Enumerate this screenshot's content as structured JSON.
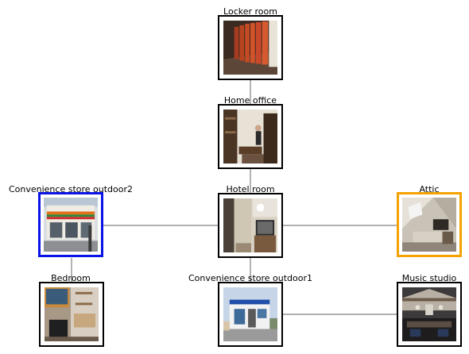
{
  "nodes": [
    {
      "id": "locker",
      "label": "Locker room"
    },
    {
      "id": "office",
      "label": "Home office"
    },
    {
      "id": "conv2",
      "label": "Convenience store outdoor2",
      "highlight": "#0a14e6"
    },
    {
      "id": "hotel",
      "label": "Hotel room"
    },
    {
      "id": "attic",
      "label": "Attic",
      "highlight": "#f5a300"
    },
    {
      "id": "bedroom",
      "label": "Bedroom"
    },
    {
      "id": "conv1",
      "label": "Convenience store outdoor1"
    },
    {
      "id": "music",
      "label": "Music studio"
    }
  ],
  "edges": [
    [
      "locker",
      "office"
    ],
    [
      "office",
      "hotel"
    ],
    [
      "conv2",
      "hotel"
    ],
    [
      "hotel",
      "attic"
    ],
    [
      "conv2",
      "bedroom"
    ],
    [
      "hotel",
      "conv1"
    ],
    [
      "conv1",
      "music"
    ]
  ],
  "colors": {
    "edge": "#808080",
    "border": "#000000",
    "highlight_blue": "#0a14e6",
    "highlight_orange": "#f5a300"
  }
}
